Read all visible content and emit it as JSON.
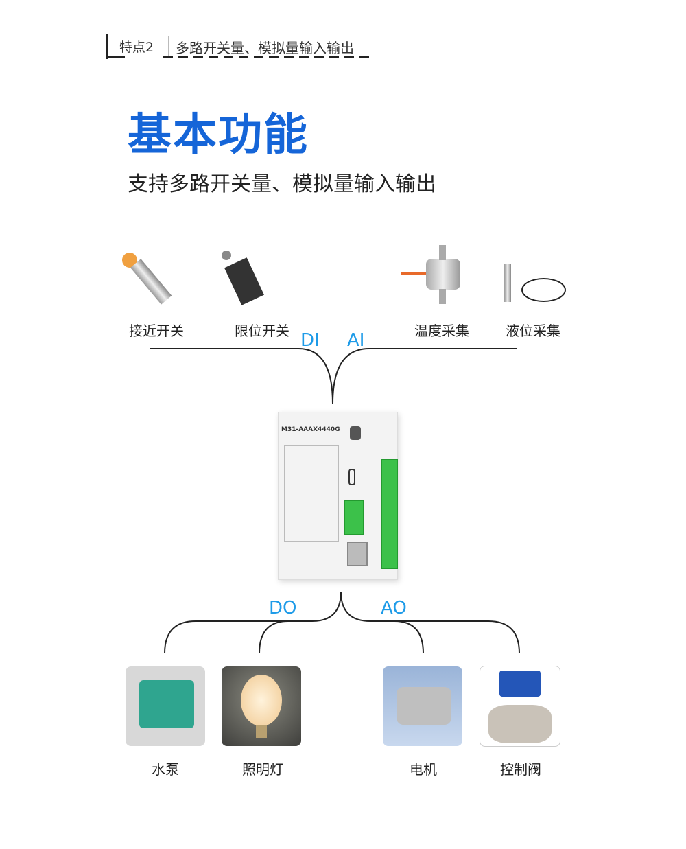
{
  "header": {
    "tag": "特点2",
    "title": "多路开关量、模拟量输入输出"
  },
  "main": {
    "title": "基本功能",
    "subtitle": "支持多路开关量、模拟量输入输出"
  },
  "inputs": [
    {
      "label": "接近开关",
      "icon": "proximity-switch-photo"
    },
    {
      "label": "限位开关",
      "icon": "limit-switch-photo"
    },
    {
      "label": "温度采集",
      "icon": "load-cell-sensor-photo"
    },
    {
      "label": "液位采集",
      "icon": "level-sensor-photo"
    }
  ],
  "io_labels": {
    "di": "DI",
    "ai": "AI",
    "do": "DO",
    "ao": "AO"
  },
  "device": {
    "model": "M31-AAAX4440G"
  },
  "outputs": [
    {
      "label": "水泵",
      "icon": "water-pump-photo"
    },
    {
      "label": "照明灯",
      "icon": "light-bulb-photo"
    },
    {
      "label": "电机",
      "icon": "motor-photo"
    },
    {
      "label": "控制阀",
      "icon": "control-valve-photo"
    }
  ],
  "colors": {
    "accent": "#1565d8",
    "io_label": "#1e9be8",
    "terminal": "#3cc14a"
  }
}
